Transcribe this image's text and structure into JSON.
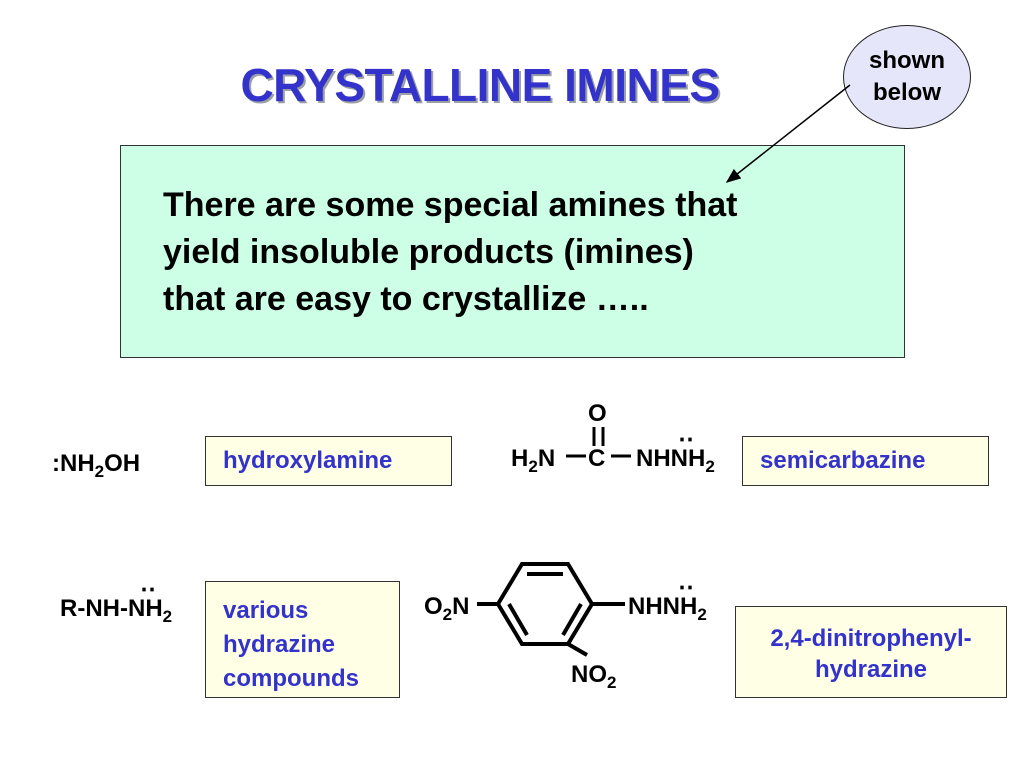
{
  "slide": {
    "title": "CRYSTALLINE IMINES",
    "callout": {
      "line1": "shown",
      "line2": "below"
    },
    "intro": {
      "line1": "There are some special amines that",
      "line2": "yield insoluble products (imines)",
      "line3": "that are easy to crystallize ….."
    }
  },
  "reagents": {
    "hydroxylamine": {
      "formula": {
        "prefix": ":NH",
        "sub": "2",
        "suffix": "OH"
      },
      "name": "hydroxylamine"
    },
    "semicarbazine": {
      "formula": {
        "o": "O",
        "left_h": "H",
        "left_sub": "2",
        "left_n": "N",
        "c": "C",
        "right": "NHNH",
        "right_sub": "2",
        "lone_pair": "‥"
      },
      "name": "semicarbazine"
    },
    "hydrazine": {
      "formula": {
        "prefix": "R-NH-NH",
        "sub": "2",
        "lone_pair": "‥"
      },
      "name": {
        "line1": "various",
        "line2": "hydrazine",
        "line3": "compounds"
      }
    },
    "dnph": {
      "formula": {
        "left_o": "O",
        "left_sub": "2",
        "left_n": "N",
        "right": "NHNH",
        "right_sub": "2",
        "bottom": "NO",
        "bottom_sub": "2",
        "lone_pair": "‥"
      },
      "name": {
        "line1": "2,4-dinitrophenyl-",
        "line2": "hydrazine"
      }
    }
  },
  "colors": {
    "title": "#3333cc",
    "label_text": "#3333cc",
    "intro_bg": "#ccffe6",
    "label_bg": "#ffffe6",
    "callout_bg": "#e6e6fa"
  }
}
